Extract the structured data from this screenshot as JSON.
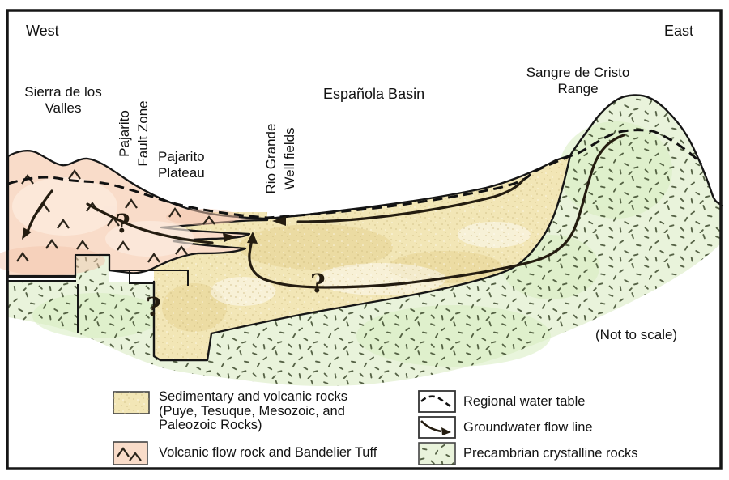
{
  "figure": {
    "compass": {
      "west": "West",
      "east": "East"
    },
    "features": {
      "sierra_line1": "Sierra de los",
      "sierra_line2": "Valles",
      "pajarito_fault_line1": "Pajarito",
      "pajarito_fault_line2": "Fault Zone",
      "pajarito_plateau_line1": "Pajarito",
      "pajarito_plateau_line2": "Plateau",
      "rio_grande_line1": "Rio Grande",
      "rio_grande_line2": "Well fields",
      "espanola_basin": "Española Basin",
      "sangre_line1": "Sangre de Cristo",
      "sangre_line2": "Range",
      "not_to_scale": "(Not to scale)",
      "question_mark": "?"
    },
    "legend": {
      "sedimentary_line1": "Sedimentary and volcanic rocks",
      "sedimentary_line2": "(Puye, Tesuque, Mesozoic, and",
      "sedimentary_line3": "Paleozoic Rocks)",
      "volcanic": "Volcanic flow rock and Bandelier Tuff",
      "water_table": "Regional water table",
      "flow_line": "Groundwater flow line",
      "precambrian": "Precambrian crystalline rocks"
    },
    "colors": {
      "volcanic_pink": "#f9dcc9",
      "sediment_tan": "#f2e6b6",
      "crystalline_green": "#e9f3db",
      "speckle_green": "#3d4a2c",
      "outline_dark": "#161616",
      "flow_dark": "#241c10"
    }
  }
}
